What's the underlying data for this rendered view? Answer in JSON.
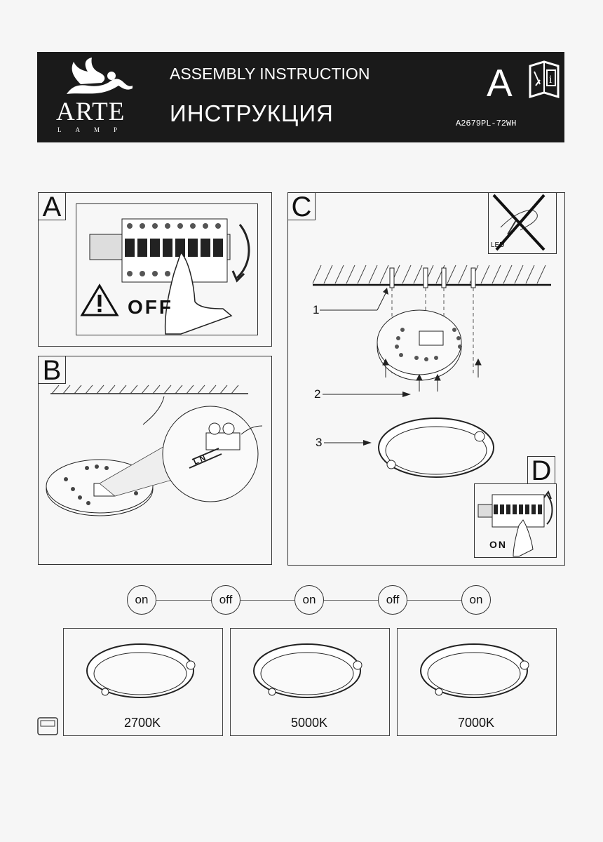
{
  "header": {
    "brand_word": "ARTE",
    "brand_sub": "LAMP",
    "title_en": "ASSEMBLY INSTRUCTION",
    "title_ru": "ИНСТРУКЦИЯ",
    "section_letter": "A",
    "model": "A2679PL-72WH",
    "icon": "manual-info-icon"
  },
  "panels": {
    "a": {
      "letter": "A",
      "status": "OFF"
    },
    "b": {
      "letter": "B",
      "terminal_label": "L N"
    },
    "c": {
      "letter": "C",
      "no_led_badge": "LED",
      "callouts": [
        "1",
        "2",
        "3"
      ]
    },
    "d": {
      "letter": "D",
      "status": "ON"
    }
  },
  "switch_sequence": [
    "on",
    "off",
    "on",
    "off",
    "on"
  ],
  "modes": [
    {
      "label": "2700K"
    },
    {
      "label": "5000K"
    },
    {
      "label": "7000K"
    }
  ],
  "colors": {
    "header_bg": "#1a1a1a",
    "line": "#333333"
  }
}
